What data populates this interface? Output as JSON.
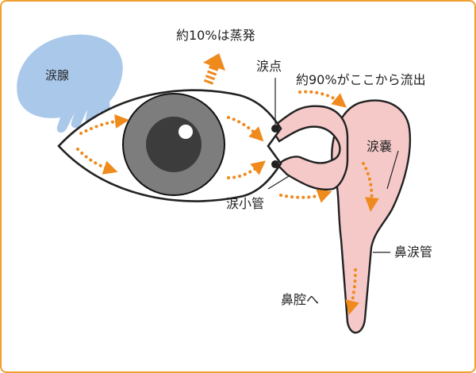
{
  "labels": {
    "lacrimal_gland": "涙腺",
    "evaporation": "約10%は蒸発",
    "punctum": "涙点",
    "outflow": "約90%がここから流出",
    "lacrimal_sac": "涙嚢",
    "canaliculus": "涙小管",
    "nasolacrimal_duct": "鼻涙管",
    "to_nasal_cavity": "鼻腔へ"
  },
  "colors": {
    "border": "#f0a030",
    "arrow": "#ef8a1c",
    "gland": "#a9c8ea",
    "duct": "#f6c9c9",
    "iris": "#7d7d7d",
    "pupil": "#3c3c3c"
  }
}
